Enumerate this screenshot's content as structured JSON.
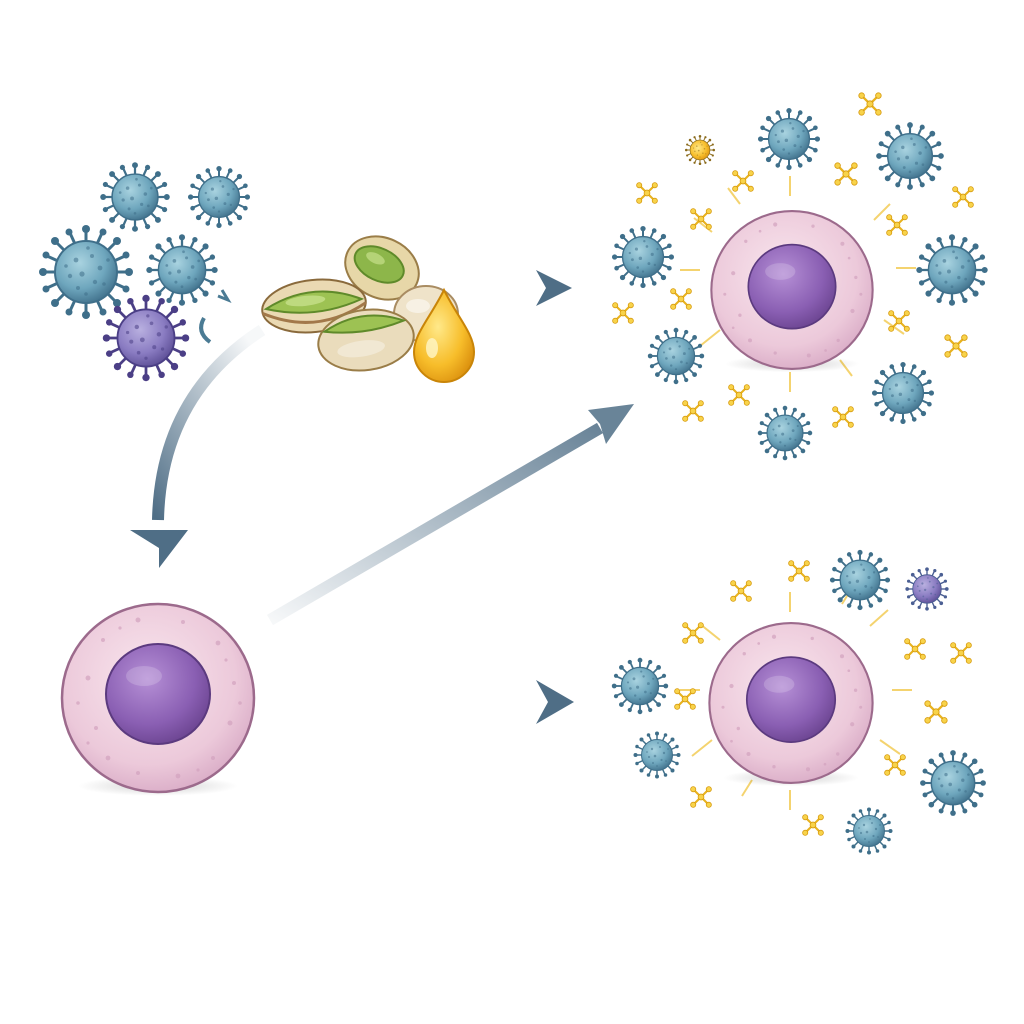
{
  "diagram": {
    "text_labels": [],
    "colors": {
      "background": "#ffffff",
      "virus_teal": "#6aa0b7",
      "virus_purple": "#8f7fbf",
      "cell_membrane": "#eac6da",
      "cell_nucleus": "#8e63b6",
      "cytokine_yellow": "#f4c83c",
      "arrow": "#4f6e86",
      "pistachio_green": "#8db64a",
      "oil_drop": "#f5b41b"
    },
    "elements": {
      "virus_cluster": "virus-cluster",
      "food_source": "pistachio-and-oil",
      "resting_cell": "resting-immune-cell",
      "activated_cell_top": "activated-cell-top",
      "activated_cell_bottom": "activated-cell-bottom"
    }
  }
}
